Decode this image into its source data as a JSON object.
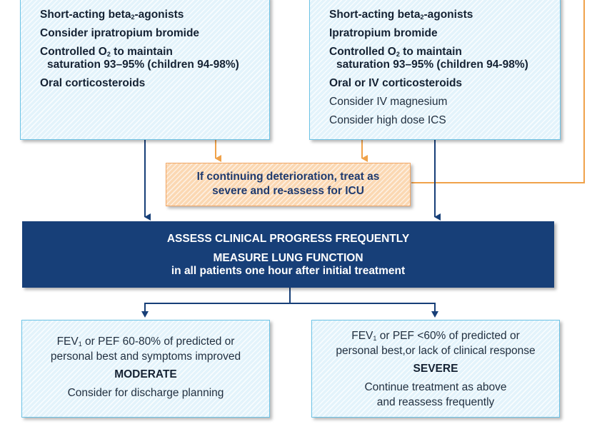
{
  "left_treatment": {
    "l1_pre": "Short-acting beta",
    "l1_sub": "2",
    "l1_post": "-agonists",
    "l2": "Consider ipratropium bromide",
    "l3_pre": "Controlled O",
    "l3_sub": "2",
    "l3_post": " to maintain",
    "l4": "saturation 93–95% (children 94-98%)",
    "l5": "Oral corticosteroids"
  },
  "right_treatment": {
    "l1_pre": "Short-acting beta",
    "l1_sub": "2",
    "l1_post": "-agonists",
    "l2": "Ipratropium bromide",
    "l3_pre": "Controlled O",
    "l3_sub": "2",
    "l3_post": " to maintain",
    "l4": "saturation 93–95% (children 94-98%)",
    "l5": "Oral or IV corticosteroids",
    "l6": "Consider IV magnesium",
    "l7": "Consider high dose ICS"
  },
  "deterioration": {
    "line1": "If continuing deterioration, treat as",
    "line2": "severe and re-assess for ICU"
  },
  "assess": {
    "line1": "ASSESS CLINICAL PROGRESS FREQUENTLY",
    "line2": "MEASURE LUNG FUNCTION",
    "line3": "in all patients one hour after initial treatment"
  },
  "moderate": {
    "l1_pre": "FEV",
    "l1_sub": "1",
    "l1_post": " or PEF 60-80% of predicted or",
    "l2": "personal best and symptoms improved",
    "label": "MODERATE",
    "action": "Consider for discharge planning"
  },
  "severe": {
    "l1_pre": "FEV",
    "l1_sub": "1",
    "l1_post": " or PEF <60% of predicted or",
    "l2": "personal best,or lack of clinical response",
    "label": "SEVERE",
    "action1": "Continue treatment as above",
    "action2": "and reassess frequently"
  },
  "colors": {
    "navy": "#173f78",
    "orange": "#f0a24a",
    "box_border": "#6cc3e6"
  }
}
